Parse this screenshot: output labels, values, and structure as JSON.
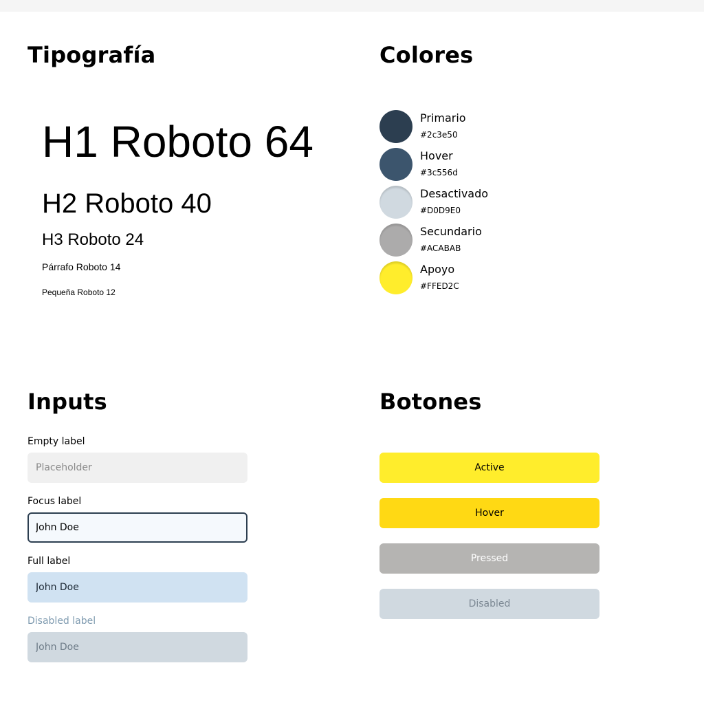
{
  "typography": {
    "title": "Tipografía",
    "h1": "H1 Roboto 64",
    "h2": "H2 Roboto 40",
    "h3": "H3 Roboto 24",
    "paragraph": "Párrafo Roboto 14",
    "small": "Pequeña Roboto 12"
  },
  "colors": {
    "title": "Colores",
    "items": [
      {
        "name": "Primario",
        "hex": "#2c3e50"
      },
      {
        "name": "Hover",
        "hex": "#3c556d"
      },
      {
        "name": "Desactivado",
        "hex": "#D0D9E0"
      },
      {
        "name": "Secundario",
        "hex": "#ACABAB"
      },
      {
        "name": "Apoyo",
        "hex": "#FFED2C"
      }
    ]
  },
  "inputs": {
    "title": "Inputs",
    "empty": {
      "label": "Empty label",
      "placeholder": "Placeholder"
    },
    "focus": {
      "label": "Focus label",
      "value": "John Doe"
    },
    "full": {
      "label": "Full label",
      "value": "John Doe"
    },
    "disabled": {
      "label": "Disabled label",
      "value": "John Doe"
    }
  },
  "buttons": {
    "title": "Botones",
    "active": "Active",
    "hover": "Hover",
    "pressed": "Pressed",
    "disabled": "Disabled"
  }
}
